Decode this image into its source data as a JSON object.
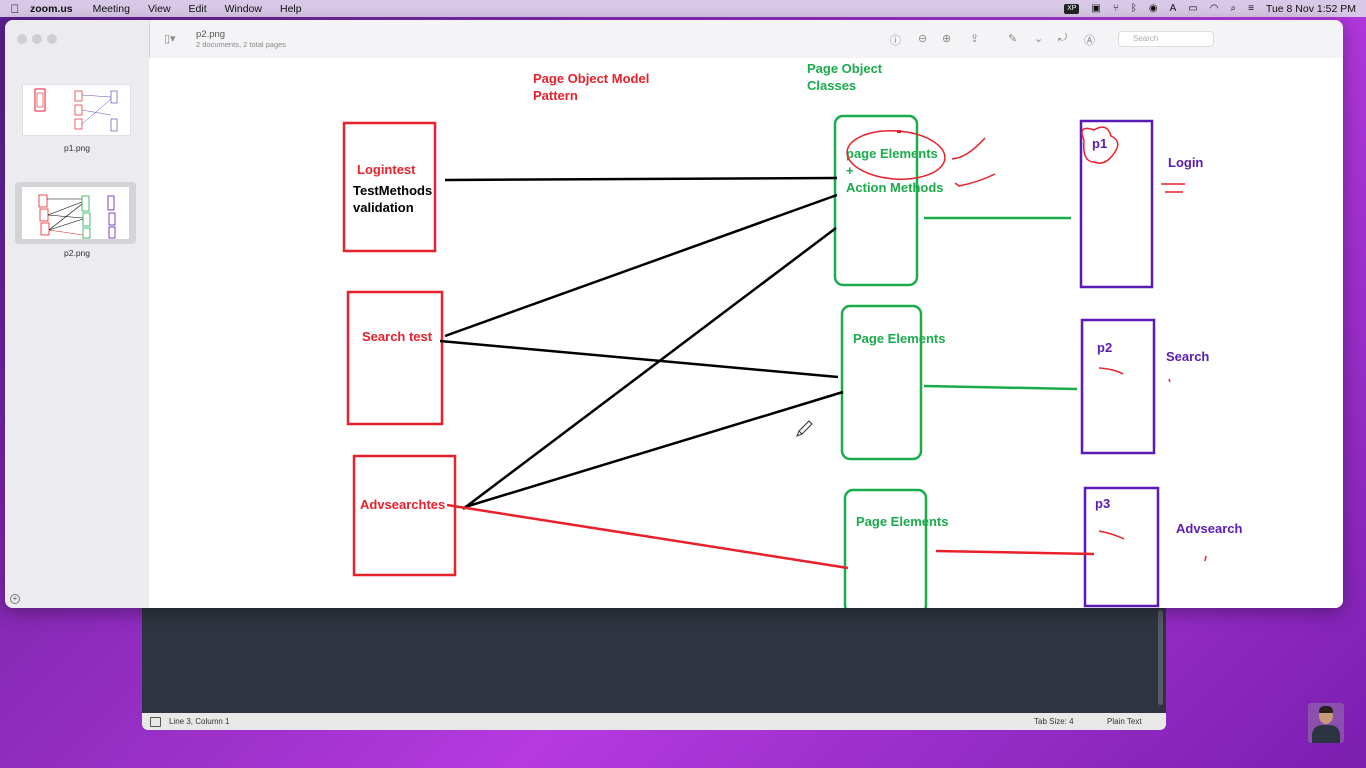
{
  "menubar": {
    "app": "zoom.us",
    "items": [
      "Meeting",
      "View",
      "Edit",
      "Window",
      "Help"
    ],
    "datetime": "Tue 8 Nov  1:52 PM"
  },
  "preview": {
    "title": "p2.png",
    "subtitle": "2 documents, 2 total pages",
    "search_placeholder": "Search",
    "thumbnails": [
      {
        "label": "p1.png"
      },
      {
        "label": "p2.png"
      }
    ]
  },
  "editor": {
    "position": "Line 3, Column 1",
    "tab_size": "Tab Size: 4",
    "mode": "Plain Text"
  },
  "diagram": {
    "title_line1": "Page Object Model",
    "title_line2": "Pattern",
    "classes_line1": "Page Object",
    "classes_line2": "Classes",
    "tests": {
      "login": "Logintest",
      "login_methods": "TestMethods",
      "login_validation": "validation",
      "search": "Search test",
      "adv": "Advsearchtes"
    },
    "objects": {
      "obj1_line1": "page Elements",
      "obj1_plus": "+",
      "obj1_line2": "Action Methods",
      "obj2": "Page Elements",
      "obj3": "Page Elements"
    },
    "pages": {
      "p1": "p1",
      "p1_name": "Login",
      "p2": "p2",
      "p2_name": "Search",
      "p3": "p3",
      "p3_name": "Advsearch"
    },
    "colors": {
      "red": "#e8212b",
      "green": "#1aab4b",
      "purple": "#5a1ab8",
      "black": "#000000"
    }
  }
}
